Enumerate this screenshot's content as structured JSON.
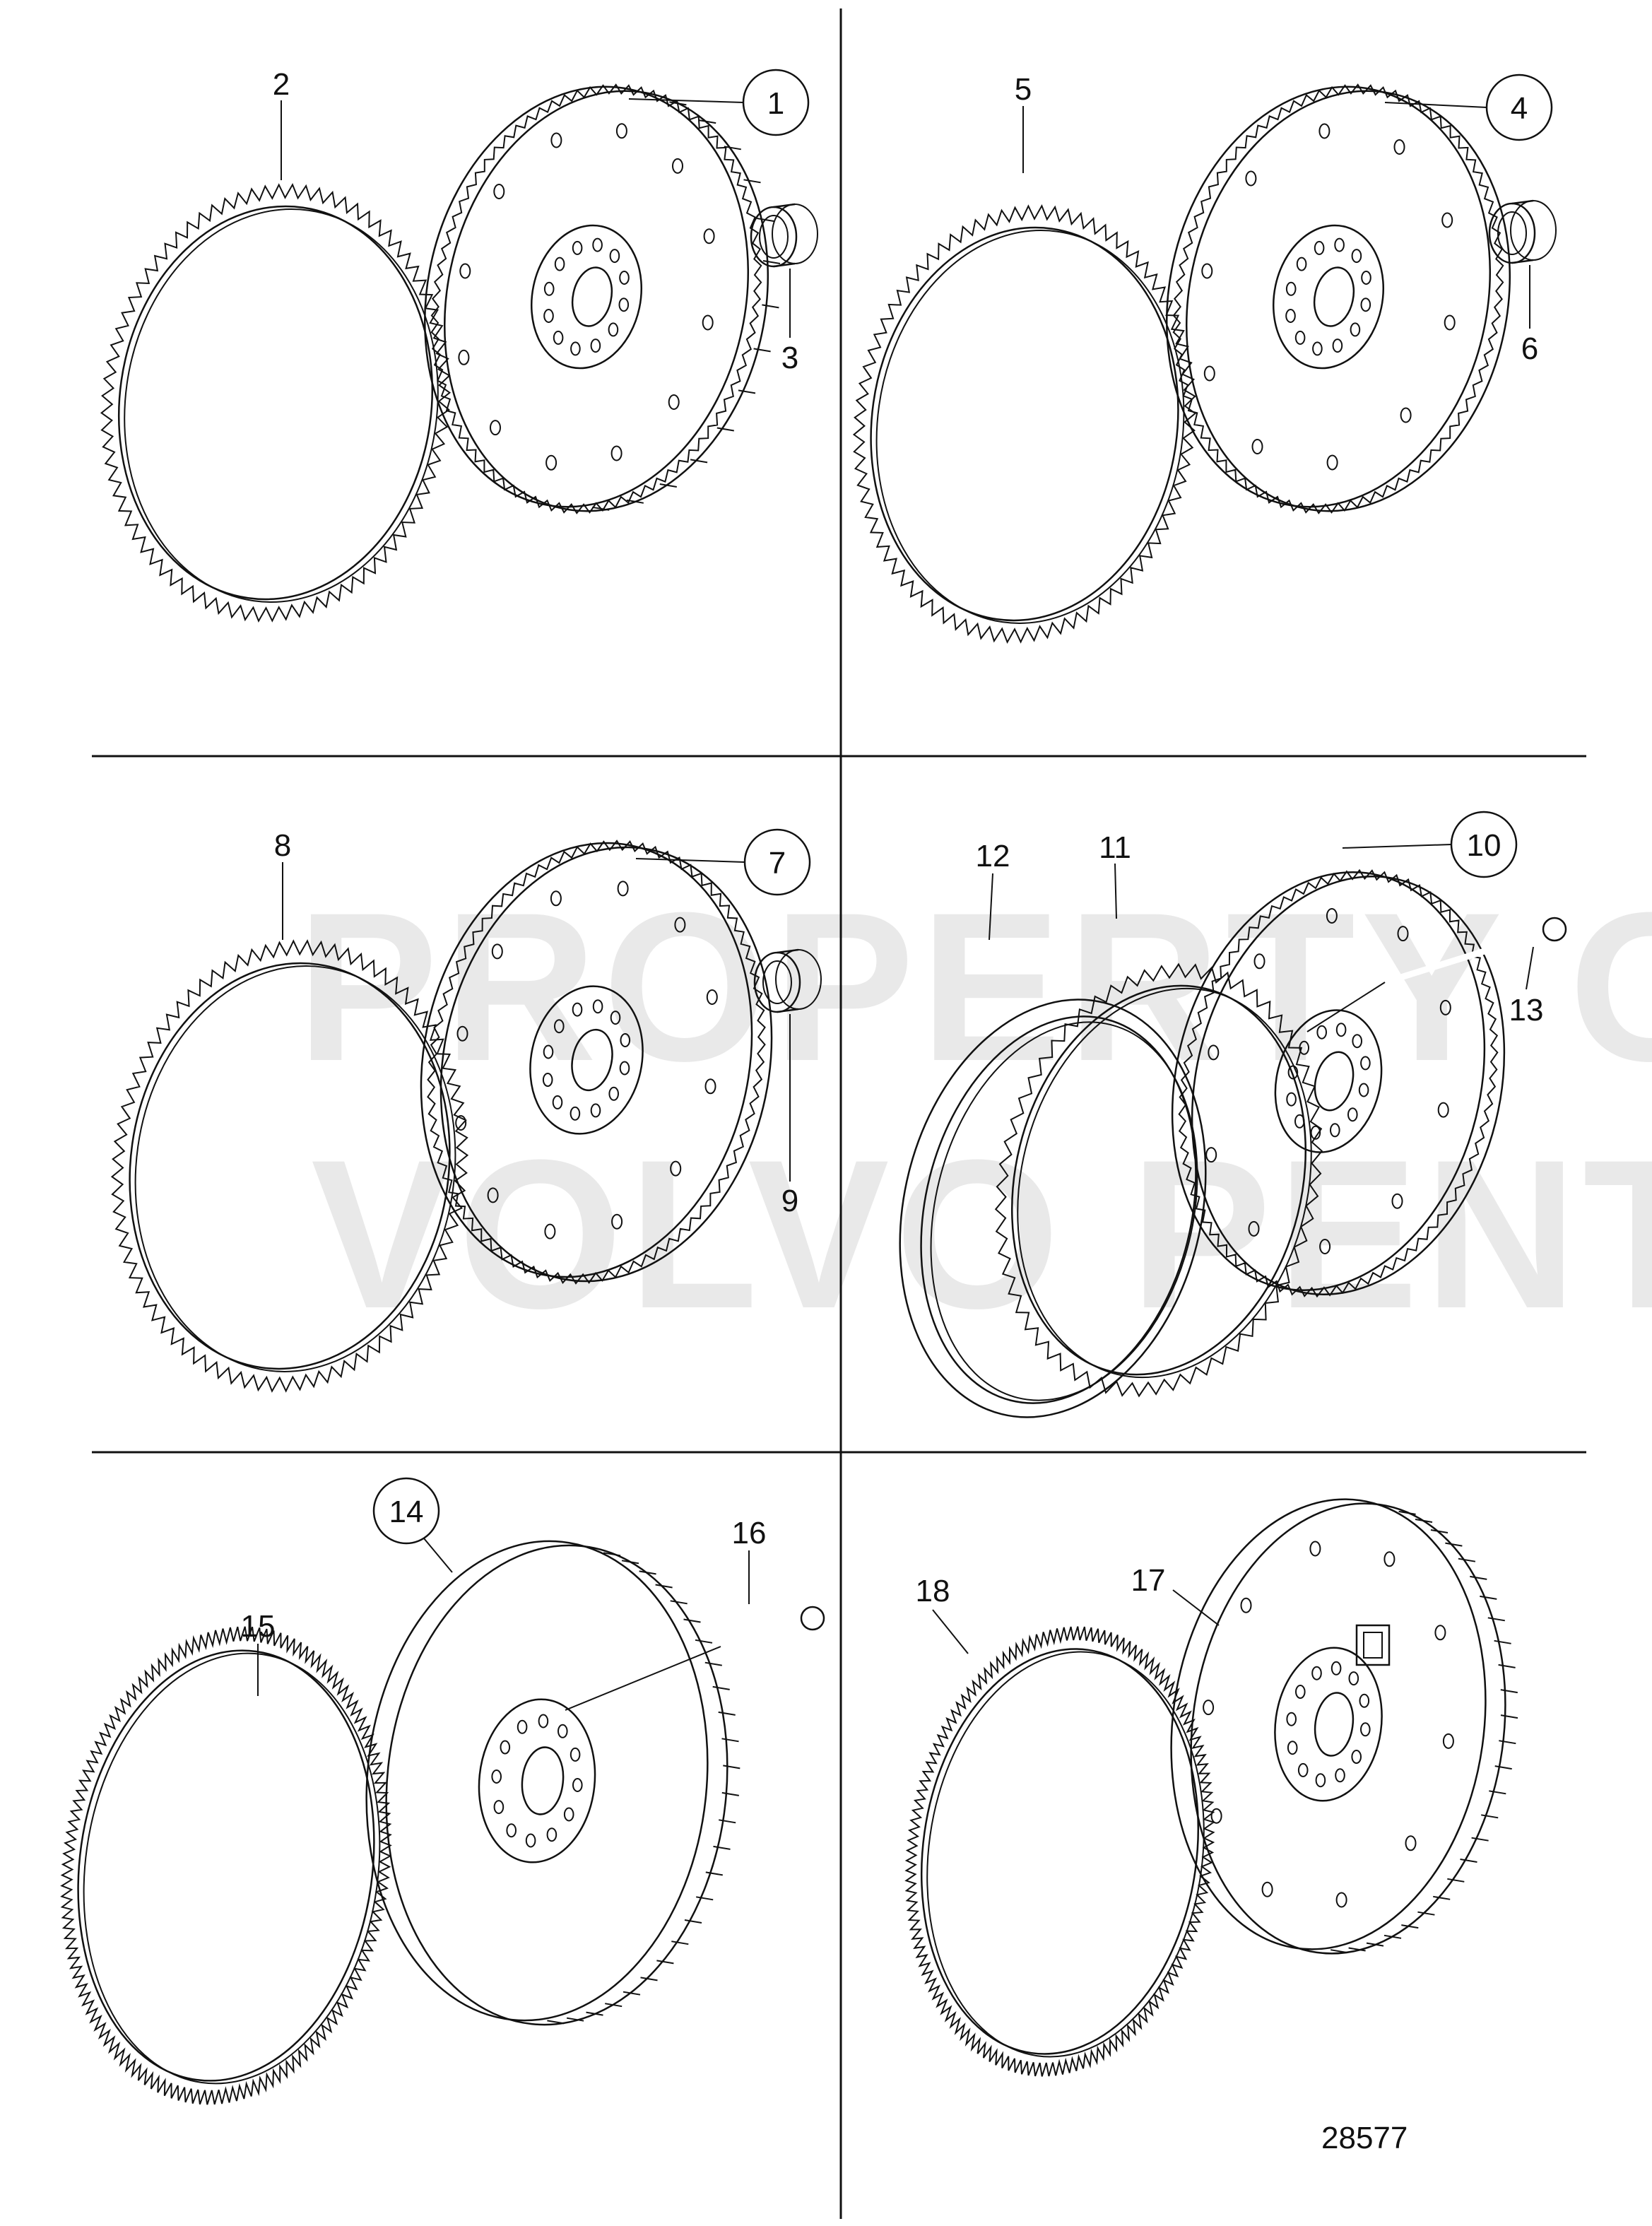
{
  "watermark": {
    "line1": "PROPERTY OF",
    "line2": "VOLVO PENTA"
  },
  "drawing_number": "28577",
  "callouts": [
    {
      "id": "1",
      "circled": true
    },
    {
      "id": "2",
      "circled": false
    },
    {
      "id": "3",
      "circled": false
    },
    {
      "id": "4",
      "circled": true
    },
    {
      "id": "5",
      "circled": false
    },
    {
      "id": "6",
      "circled": false
    },
    {
      "id": "7",
      "circled": true
    },
    {
      "id": "8",
      "circled": false
    },
    {
      "id": "9",
      "circled": false
    },
    {
      "id": "10",
      "circled": true
    },
    {
      "id": "11",
      "circled": false
    },
    {
      "id": "12",
      "circled": false
    },
    {
      "id": "13",
      "circled": false
    },
    {
      "id": "14",
      "circled": true
    },
    {
      "id": "15",
      "circled": false
    },
    {
      "id": "16",
      "circled": false
    },
    {
      "id": "17",
      "circled": false
    },
    {
      "id": "18",
      "circled": false
    }
  ]
}
